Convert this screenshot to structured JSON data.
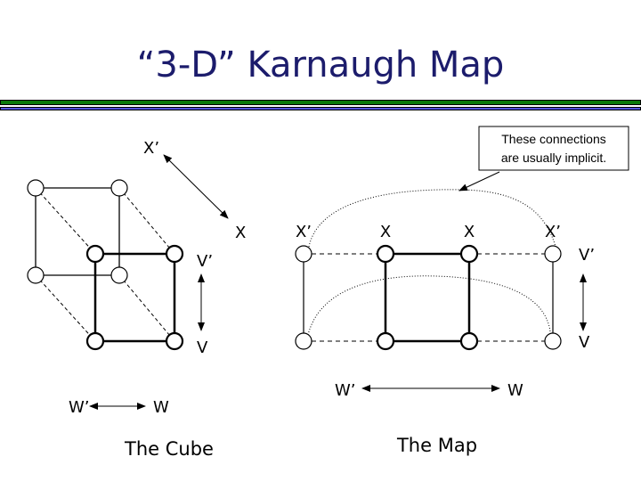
{
  "title": "“3-D” Karnaugh Map",
  "cube": {
    "caption": "The Cube",
    "labels": {
      "x_prime": "X’",
      "x": "X",
      "v_prime": "V’",
      "v": "V",
      "w_prime": "W’",
      "w": "W"
    }
  },
  "map": {
    "caption": "The Map",
    "column_labels": [
      "X’",
      "X",
      "X",
      "X’"
    ],
    "labels": {
      "v_prime": "V’",
      "v": "V",
      "w_prime": "W’",
      "w": "W"
    },
    "callout": [
      "These connections",
      "are usually implicit."
    ]
  },
  "colors": {
    "title": "#1c1c6c",
    "bar_green": "#0b7a0b",
    "bar_blue": "#5555dd"
  }
}
